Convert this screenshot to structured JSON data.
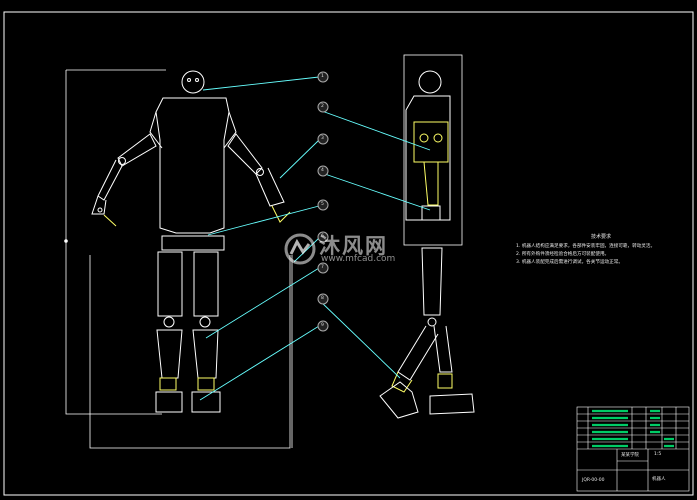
{
  "drawing": {
    "balloons": [
      "1",
      "2",
      "3",
      "4",
      "5",
      "6",
      "7",
      "8",
      "9"
    ],
    "notes_title": "技术要求",
    "notes": [
      "1. 机器人结构应满足要求，各部件安装牢固，连接可靠，转动灵活。",
      "2. 所有外购件须经检验合格后方可装配使用。",
      "3. 机器人装配完成后需进行调试，各关节运动正常。"
    ],
    "title_block": {
      "school": "某某学院",
      "drawing_name": "机器人",
      "scale": "1:5",
      "drawing_no": "JQR-00-00"
    }
  },
  "watermark": {
    "brand_cn": "沐风网",
    "url": "www.mfcad.com"
  },
  "colors": {
    "background": "#000000",
    "outline": "#ffffff",
    "part_yellow": "#ffff66",
    "leader_cyan": "#66ffff",
    "title_block_green": "#00cc66",
    "balloon": "#aaaaaa"
  }
}
